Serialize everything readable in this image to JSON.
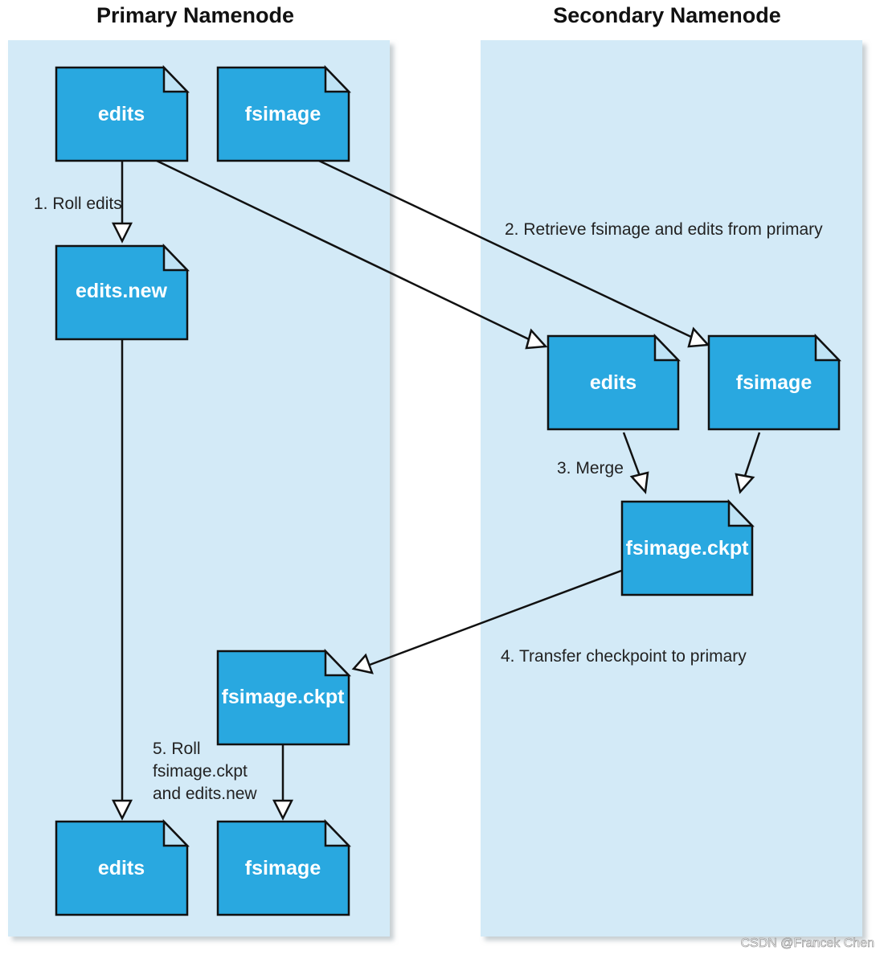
{
  "panels": {
    "primary": {
      "title": "Primary Namenode"
    },
    "secondary": {
      "title": "Secondary Namenode"
    }
  },
  "documents": {
    "p_edits": "edits",
    "p_fsimage": "fsimage",
    "p_edits_new": "edits.new",
    "p_fsimage_ckpt": "fsimage.ckpt",
    "p_edits_final": "edits",
    "p_fsimage_final": "fsimage",
    "s_edits": "edits",
    "s_fsimage": "fsimage",
    "s_fsimage_ckpt": "fsimage.ckpt"
  },
  "steps": {
    "roll_edits": "1. Roll edits",
    "retrieve": "2. Retrieve fsimage and edits from primary",
    "merge": "3. Merge",
    "transfer": "4. Transfer checkpoint to primary",
    "roll_final_line1": "5. Roll",
    "roll_final_line2": "fsimage.ckpt",
    "roll_final_line3": "and edits.new"
  },
  "watermark": "CSDN @Francek Chen",
  "colors": {
    "panel": "#d3eaf7",
    "document": "#29a8e0",
    "fold": "#bfe3f5",
    "stroke": "#111111"
  }
}
